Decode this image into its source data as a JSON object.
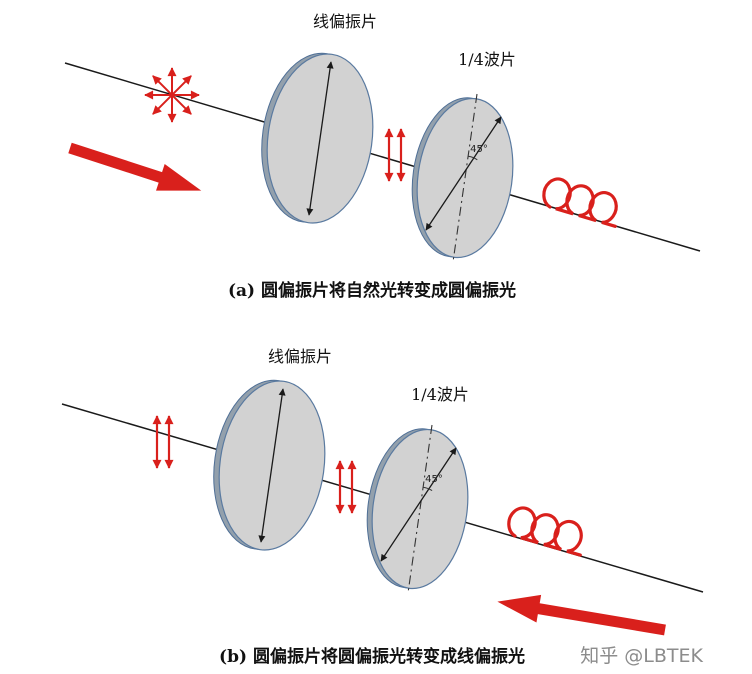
{
  "colors": {
    "red": "#d9201c",
    "disk_fill": "#d2d2d2",
    "disk_back": "#93a0ac",
    "disk_edge": "#5a7aa0",
    "axis_line": "#1a1a1a",
    "watermark_gray": "#8c8c8c"
  },
  "panel_a": {
    "polarizer_label": "线偏振片",
    "waveplate_label": "1/4波片",
    "angle_label": "45°",
    "caption": "(a) 圆偏振片将自然光转变成圆偏振光"
  },
  "panel_b": {
    "polarizer_label": "线偏振片",
    "waveplate_label": "1/4波片",
    "angle_label": "45°",
    "caption": "(b) 圆偏振片将圆偏振光转变成线偏振光"
  },
  "watermark": "知乎 @LBTEK"
}
